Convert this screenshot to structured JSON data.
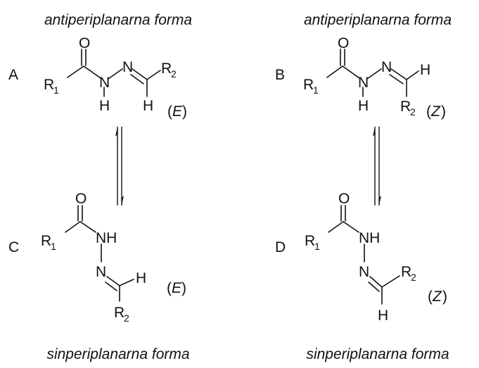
{
  "captions": {
    "top_left": "antiperiplanarna forma",
    "top_right": "antiperiplanarna forma",
    "bottom_left": "sinperiplanarna forma",
    "bottom_right": "sinperiplanarna forma"
  },
  "labels": {
    "a": "A",
    "b": "B",
    "c": "C",
    "d": "D"
  },
  "atoms": {
    "O": "O",
    "N": "N",
    "NH": "NH",
    "H": "H",
    "R": "R",
    "sub_1": "1",
    "sub_2": "2"
  },
  "isomer": {
    "E": "E",
    "Z": "Z",
    "open": "(",
    "close": ")"
  }
}
